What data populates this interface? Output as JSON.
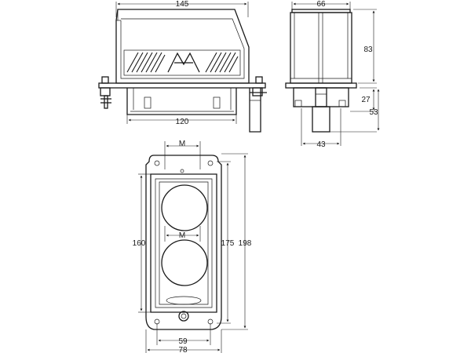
{
  "dimensions": {
    "front_width": "145",
    "front_base_width": "120",
    "side_width": "66",
    "side_height": "83",
    "side_flange": "27",
    "side_lower": "53",
    "side_base": "43",
    "top_m_upper": "M",
    "top_m_lower": "M",
    "top_height_inner": "160",
    "top_height_mid": "175",
    "top_height_outer": "198",
    "top_width_holes": "59",
    "top_width_outer": "78"
  }
}
